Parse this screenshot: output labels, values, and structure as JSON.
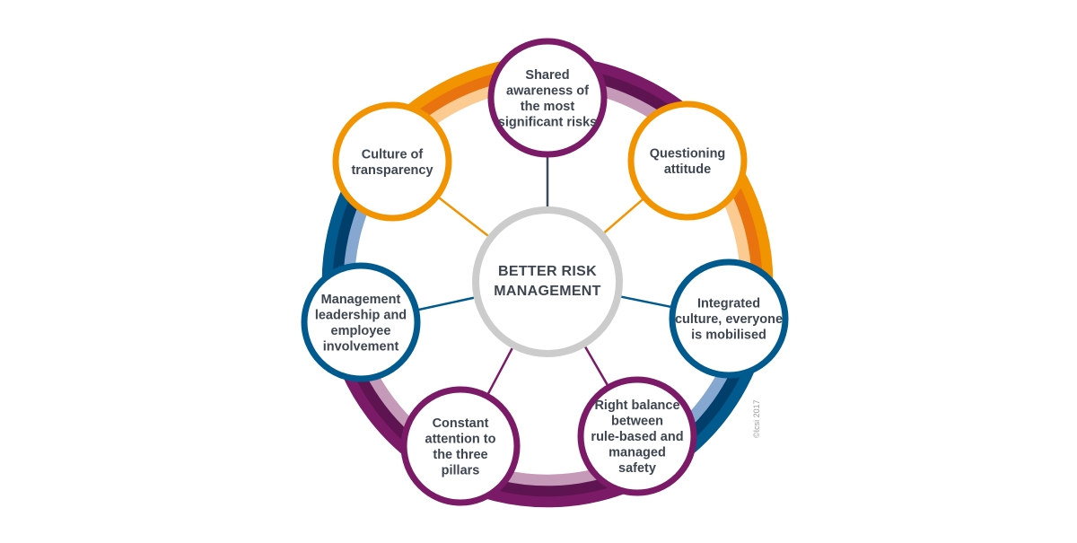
{
  "center": {
    "lines": [
      "BETTER RISK",
      "MANAGEMENT"
    ]
  },
  "nodes": [
    {
      "id": "shared-awareness",
      "color": "purple",
      "lines": [
        "Shared",
        "awareness of",
        "the most",
        "significant risks"
      ]
    },
    {
      "id": "questioning-attitude",
      "color": "orange",
      "lines": [
        "Questioning",
        "attitude"
      ]
    },
    {
      "id": "integrated-culture",
      "color": "blue",
      "lines": [
        "Integrated",
        "culture, everyone",
        "is mobilised"
      ]
    },
    {
      "id": "right-balance",
      "color": "purple",
      "lines": [
        "Right balance",
        "between",
        "rule-based and",
        "managed",
        "safety"
      ]
    },
    {
      "id": "constant-attention",
      "color": "purple",
      "lines": [
        "Constant",
        "attention to",
        "the three",
        "pillars"
      ]
    },
    {
      "id": "management-leadership",
      "color": "blue",
      "lines": [
        "Management",
        "leadership and",
        "employee",
        "involvement"
      ]
    },
    {
      "id": "culture-transparency",
      "color": "orange",
      "lines": [
        "Culture of",
        "transparency"
      ]
    }
  ],
  "colors": {
    "purple": {
      "dark": "#7b1a66",
      "mid": "#5e1450",
      "light": "#c59ab8"
    },
    "orange": {
      "dark": "#f29400",
      "mid": "#e8730f",
      "light": "#fbcb92"
    },
    "blue": {
      "dark": "#005a8e",
      "mid": "#003f6b",
      "light": "#86a8d0"
    },
    "center_ring": "#cccccc",
    "text": "#3d4550"
  },
  "copyright": "©Icsi 2017"
}
